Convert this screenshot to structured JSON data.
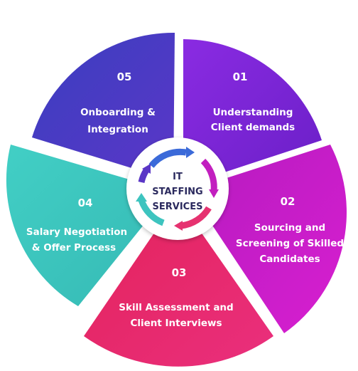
{
  "center": {
    "line1": "IT",
    "line2": "STAFFING",
    "line3": "SERVICES"
  },
  "segments": [
    {
      "number": "01",
      "label_lines": [
        "Understanding",
        "Client demands"
      ],
      "color_start": "#8a2be2",
      "color_end": "#6a1fc7"
    },
    {
      "number": "02",
      "label_lines": [
        "Sourcing and",
        "Screening of Skilled",
        "Candidates"
      ],
      "color_start": "#c01ab8",
      "color_end": "#d41ccb"
    },
    {
      "number": "03",
      "label_lines": [
        "Skill Assessment and",
        "Client Interviews"
      ],
      "color_start": "#e3235b",
      "color_end": "#ec2f79"
    },
    {
      "number": "04",
      "label_lines": [
        "Salary Negotiation",
        "& Offer Process"
      ],
      "color_start": "#3fc6c0",
      "color_end": "#4fd3bf"
    },
    {
      "number": "05",
      "label_lines": [
        "Onboarding &",
        "Integration"
      ],
      "color_start": "#3a3fbf",
      "color_end": "#5a35c8"
    }
  ],
  "ring_arrow_colors": [
    "#3b6ad9",
    "#c21fbf",
    "#e63270",
    "#3dc4bf",
    "#5a36c6"
  ]
}
